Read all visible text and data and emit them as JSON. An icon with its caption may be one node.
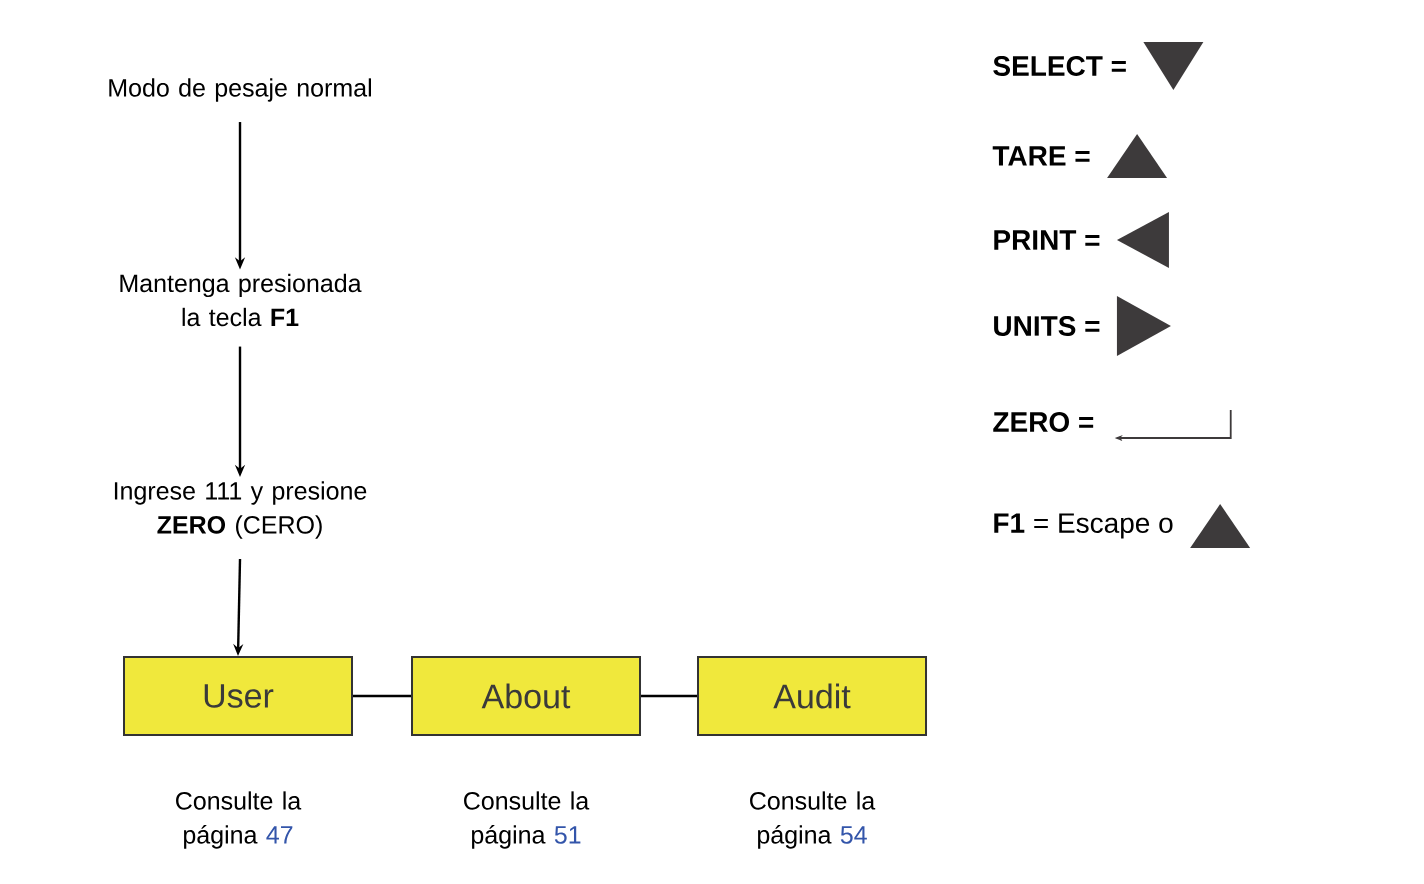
{
  "diagram": {
    "nodes": [
      {
        "text": [
          "Modo de pesaje normal"
        ]
      },
      {
        "text": [
          "Mantenga presionada la tecla **F1**"
        ]
      },
      {
        "text": [
          "Ingrese 111 y presione **ZERO** (CERO)"
        ]
      },
      {
        "text": [
          "User"
        ],
        "beside": [
          "Consulte la página",
          "47"
        ]
      },
      {
        "text": [
          "About"
        ],
        "beside": [
          "Consulte la página",
          "51"
        ]
      },
      {
        "text": [
          "Audit"
        ],
        "beside": [
          "Consulte la página",
          "54"
        ]
      }
    ],
    "edges": [
      {
        "from": 0,
        "to": 1,
        "arrow": "to"
      },
      {
        "from": 1,
        "to": 2,
        "arrow": "to"
      },
      {
        "from": 2,
        "to": 3,
        "arrow": "to"
      },
      {
        "from": 3,
        "to": 4,
        "arrow": "none"
      },
      {
        "from": 4,
        "to": 5,
        "arrow": "none"
      }
    ],
    "labels": [
      "SELECT =",
      "TARE =",
      "PRINT =",
      "UNITS =",
      "ZERO =",
      "**F1** = Escape o"
    ]
  }
}
